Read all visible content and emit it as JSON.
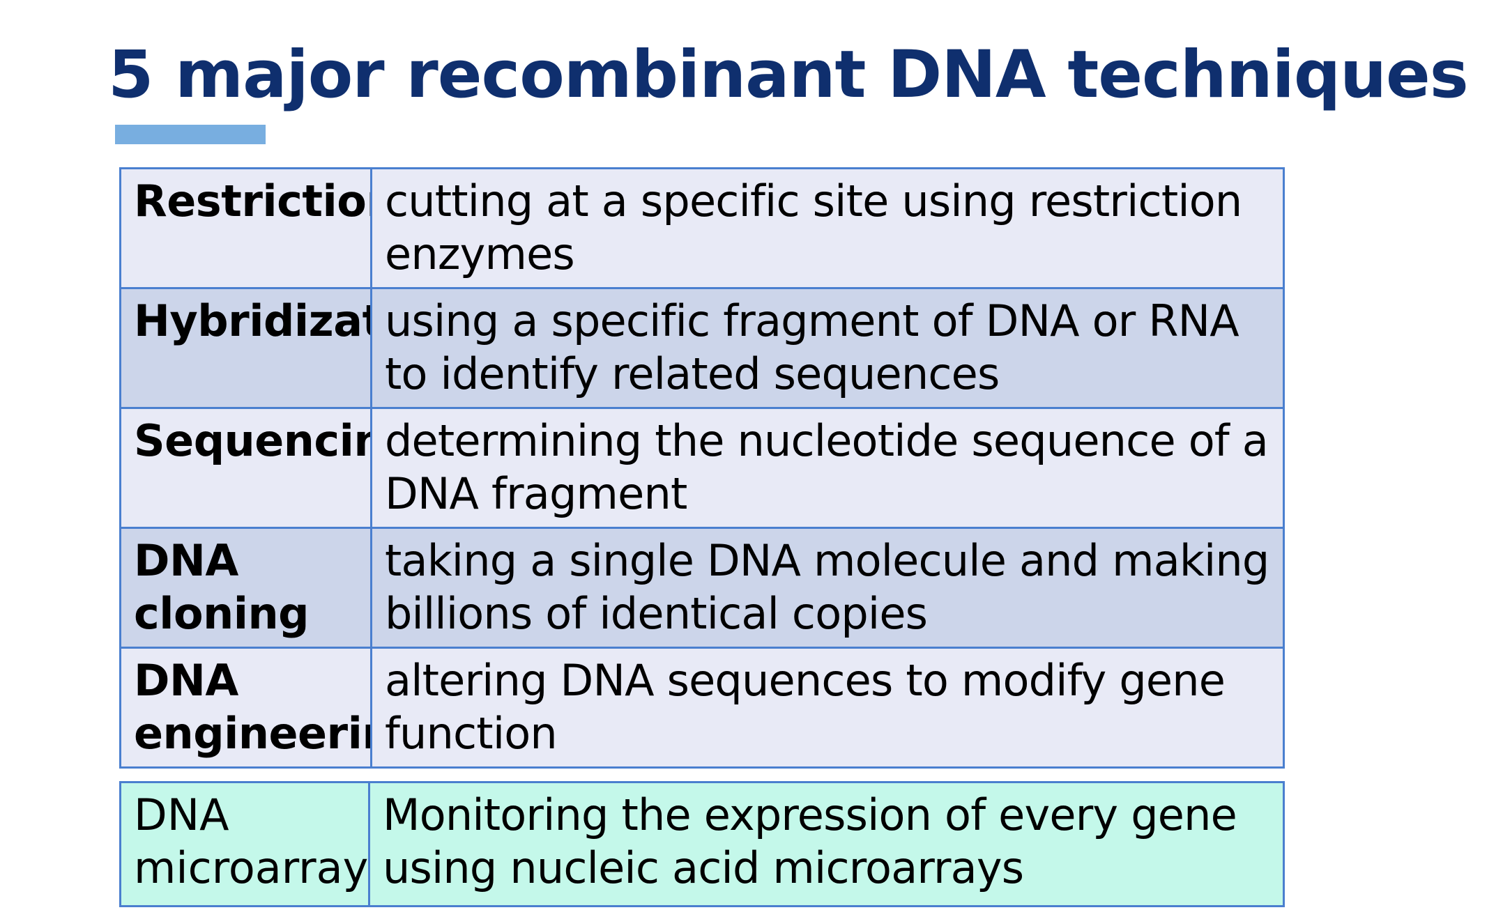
{
  "slide": {
    "title": "5 major recombinant DNA techniques",
    "accent_color": "#78aee0",
    "title_color": "#0f2f6e"
  },
  "techniques": [
    {
      "term": "Restriction",
      "description": "cutting at a specific site using restriction enzymes"
    },
    {
      "term": "Hybridization",
      "description": "using a specific fragment of DNA or RNA to identify related sequences"
    },
    {
      "term": "Sequencing",
      "description": "determining the nucleotide sequence of a DNA fragment"
    },
    {
      "term": "DNA cloning",
      "description": "taking a single DNA molecule and making billions of identical copies"
    },
    {
      "term": "DNA engineering",
      "description": "altering DNA sequences to modify gene function"
    }
  ],
  "extra_technique": {
    "term": "DNA microarray",
    "description": "Monitoring the expression of every gene using nucleic acid microarrays"
  },
  "colors": {
    "row_light": "#e8eaf6",
    "row_dark": "#ccd5ea",
    "row_mint": "#c4f8ea",
    "border": "#4a7fcf"
  }
}
